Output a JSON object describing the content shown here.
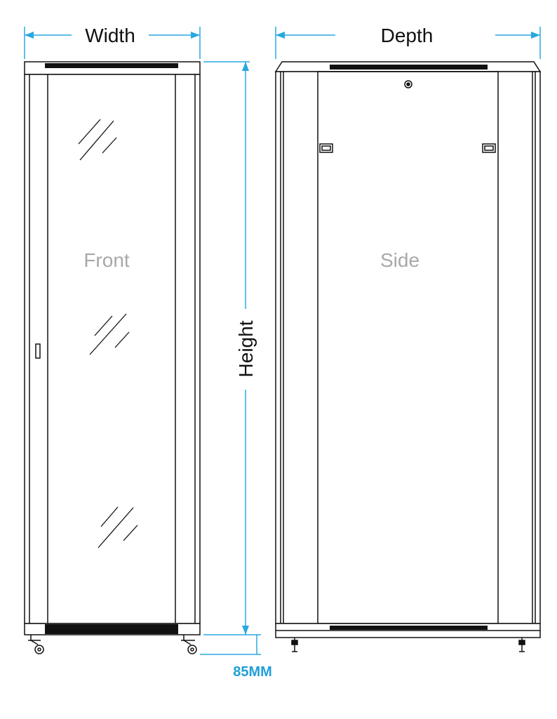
{
  "labels": {
    "width": "Width",
    "depth": "Depth",
    "height": "Height",
    "front": "Front",
    "side": "Side",
    "caster_height": "85MM"
  },
  "colors": {
    "outline": "#111111",
    "dimension_line": "#29a8e0",
    "view_label": "#a8a8a8",
    "note_label": "#1f9fd8"
  }
}
